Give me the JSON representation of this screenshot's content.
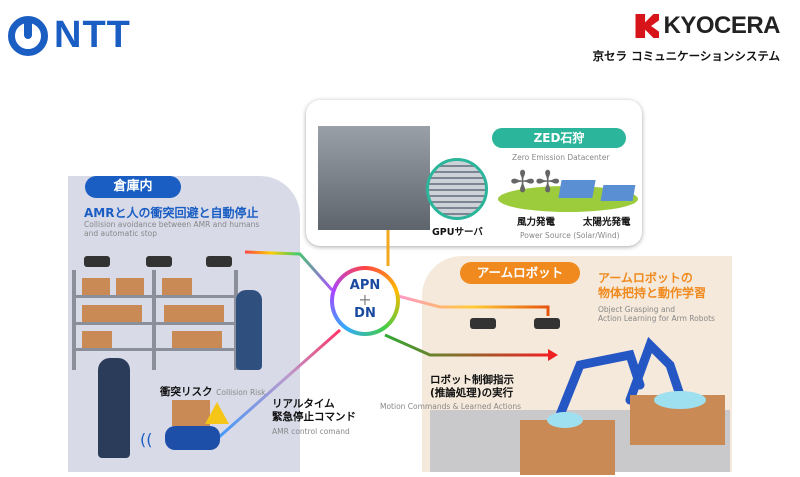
{
  "logos": {
    "ntt": "NTT",
    "kyocera": "KYOCERA",
    "kyocera_sub": "京セラ コミュニケーションシステム"
  },
  "warehouse": {
    "tag": "倉庫内",
    "title": "AMRと人の衝突回避と自動停止",
    "subtitle": "Collision avoidance between AMR and humans and automatic stop",
    "risk": "衝突リスク",
    "risk_en": "Collision Risk",
    "command_line1": "リアルタイム",
    "command_line2": "緊急停止コマンド",
    "command_en": "AMR control comand"
  },
  "datacenter": {
    "tag": "ZED石狩",
    "tag_en": "Zero Emission Datacenter",
    "gpu": "GPUサーバ",
    "wind": "風力発電",
    "solar": "太陽光発電",
    "power_en": "Power Source (Solar/Wind)"
  },
  "hub": {
    "top": "APN",
    "plus": "+",
    "bottom": "DN"
  },
  "arm": {
    "tag": "アームロボット",
    "title_line1": "アームロボットの",
    "title_line2": "物体把持と動作学習",
    "subtitle_line1": "Object Grasping and",
    "subtitle_line2": "Action Learning for Arm Robots",
    "motion_line1": "ロボット制御指示",
    "motion_line2": "(推論処理)の実行",
    "motion_en": "Motion Commands & Learned Actions"
  },
  "colors": {
    "ntt_blue": "#1a5ec4",
    "kyocera_red": "#d7141a",
    "zed_teal": "#2bb59a",
    "arm_orange": "#f08a1e"
  }
}
